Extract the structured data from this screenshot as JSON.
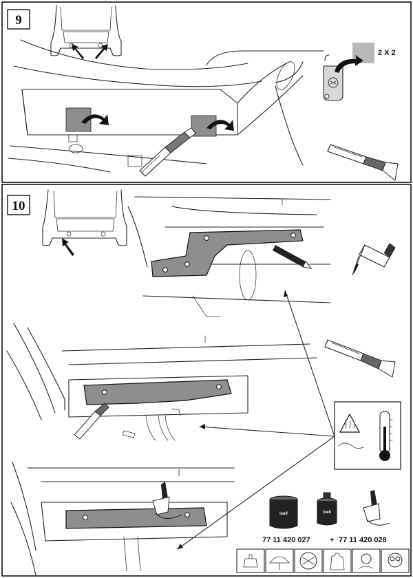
{
  "step_9": {
    "number": "9",
    "quantity_label": "2 X 2"
  },
  "step_10": {
    "number": "10",
    "part_numbers": {
      "first": "77 11 420 027",
      "plus": "+",
      "second": "77 11 420 028"
    },
    "can_brand": "ixell",
    "safety_icons": [
      "gloves-pictogram-icon",
      "face-protection-icon",
      "respirator-icon",
      "hand-protection-icon",
      "mask-icon",
      "goggles-icon"
    ]
  },
  "colors": {
    "ink": "#222222",
    "gray_fill": "#8e8e8e",
    "light_gray": "#b8b8b8",
    "panel_bg": "#ffffff"
  }
}
